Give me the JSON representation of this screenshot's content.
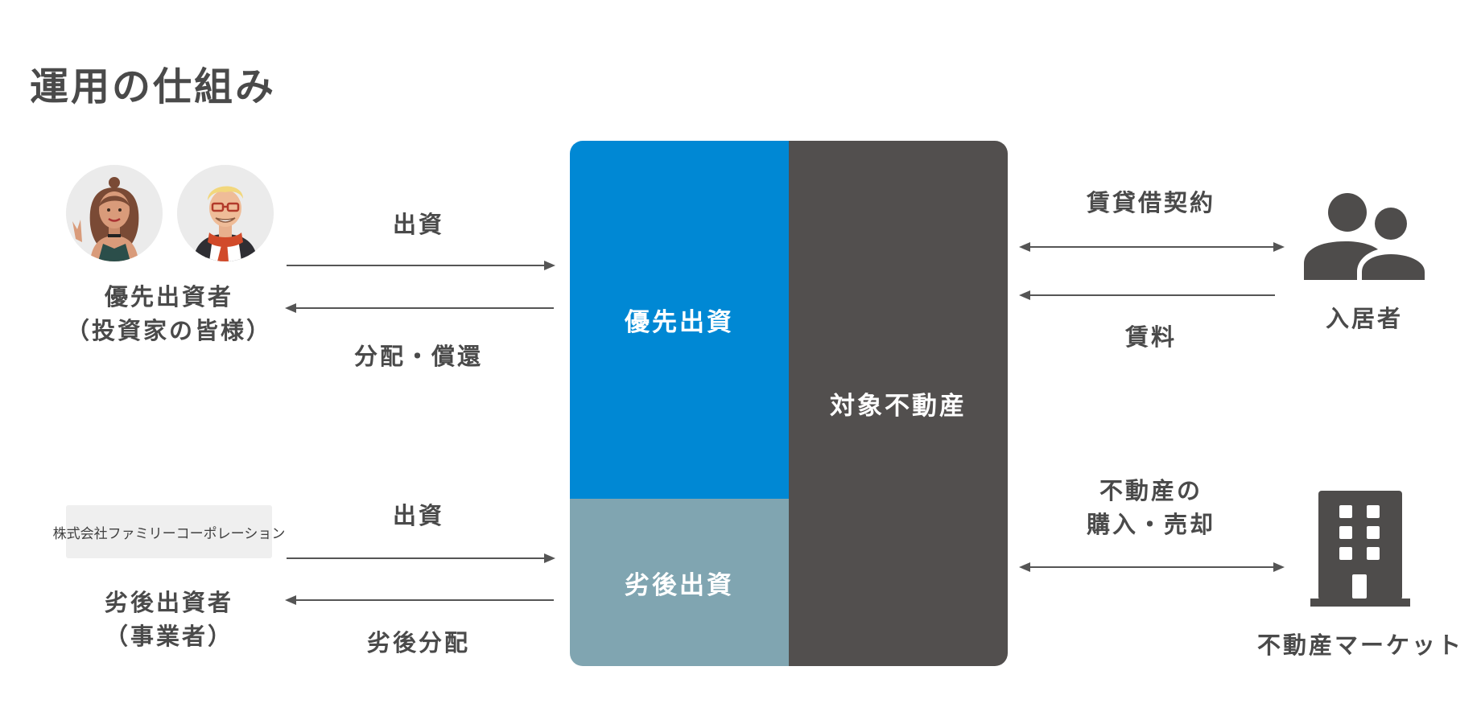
{
  "title": "運用の仕組み",
  "investors": {
    "senior": {
      "line1": "優先出資者",
      "line2": "（投資家の皆様）"
    },
    "company_name": "株式会社ファミリーコーポレーション",
    "junior": {
      "line1": "劣後出資者",
      "line2": "（事業者）"
    }
  },
  "flows": {
    "senior_in": "出資",
    "senior_out": "分配・償還",
    "junior_in": "出資",
    "junior_out": "劣後分配",
    "lease_contract": "賃貸借契約",
    "rent": "賃料",
    "trade_line1": "不動産の",
    "trade_line2": "購入・売却"
  },
  "structure": {
    "senior_box": "優先出資",
    "junior_box": "劣後出資",
    "property_box": "対象不動産"
  },
  "parties": {
    "tenant": "入居者",
    "market": "不動産マーケット"
  },
  "colors": {
    "senior": "#0088d4",
    "junior": "#80a5b1",
    "property": "#524f4e",
    "text": "#4a4a4a",
    "arrow": "#555555"
  },
  "icons": [
    "woman-avatar-icon",
    "man-avatar-icon",
    "people-icon",
    "building-icon"
  ]
}
